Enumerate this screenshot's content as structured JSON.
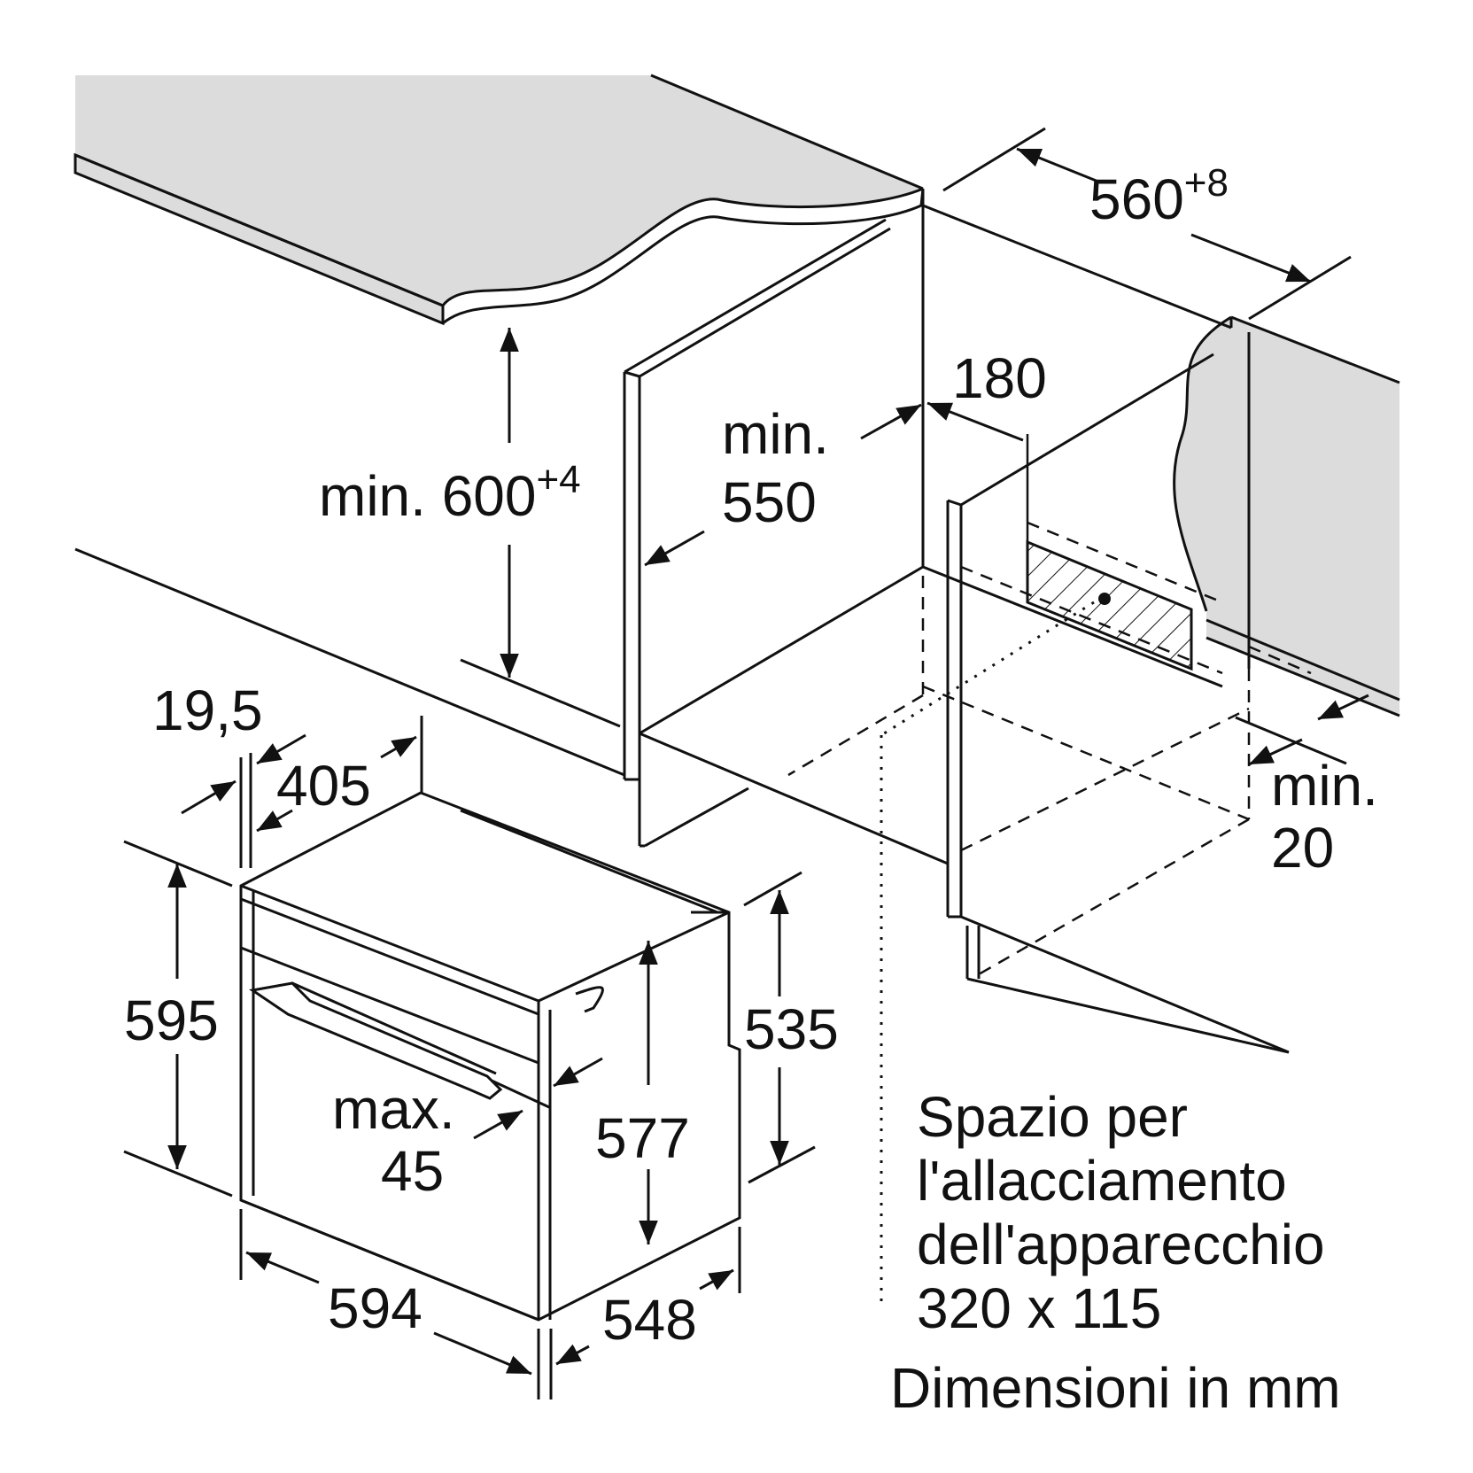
{
  "colors": {
    "ink": "#111111",
    "panel": "#dcdcdc",
    "background": "#ffffff"
  },
  "dimensions": {
    "niche_width": "560",
    "niche_width_tol": "+8",
    "socket_offset": "180",
    "niche_height_prefix": "min. 600",
    "niche_height_tol": "+4",
    "niche_depth_line1": "min.",
    "niche_depth_line2": "550",
    "rear_gap_line1": "min.",
    "rear_gap_line2": "20",
    "panel_thickness": "19,5",
    "top_depth": "405",
    "oven_height": "595",
    "body_height": "535",
    "door_height": "577",
    "handle_line1": "max.",
    "handle_line2": "45",
    "oven_width": "594",
    "oven_depth": "548"
  },
  "note": {
    "line1": "Spazio per",
    "line2": "l'allacciamento",
    "line3": "dell'apparecchio",
    "line4": "320 x 115"
  },
  "footer": "Dimensioni in mm"
}
